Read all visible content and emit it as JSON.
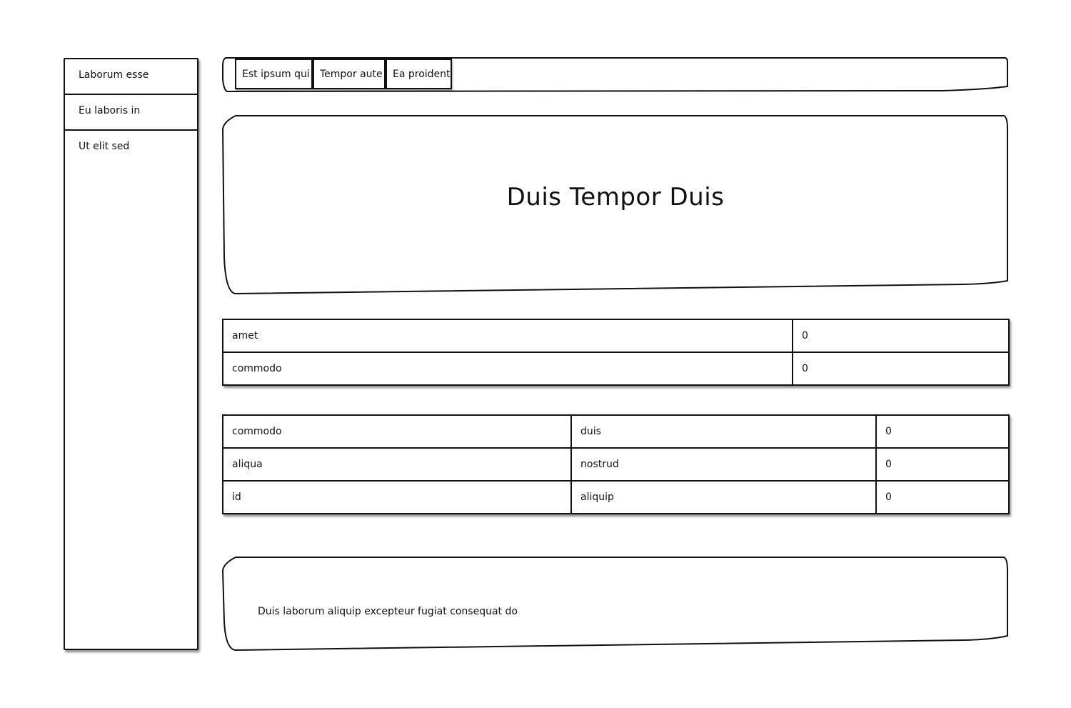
{
  "sidebar": {
    "items": [
      {
        "label": "Laborum esse"
      },
      {
        "label": "Eu laboris in"
      },
      {
        "label": "Ut elit sed"
      }
    ]
  },
  "tabs": [
    {
      "label": "Est ipsum qui"
    },
    {
      "label": "Tempor aute"
    },
    {
      "label": "Ea proident"
    }
  ],
  "hero": {
    "title": "Duis Tempor Duis"
  },
  "table1": {
    "rows": [
      [
        "amet",
        "0"
      ],
      [
        "commodo",
        "0"
      ]
    ]
  },
  "table2": {
    "rows": [
      [
        "commodo",
        "duis",
        "0"
      ],
      [
        "aliqua",
        "nostrud",
        "0"
      ],
      [
        "id",
        "aliquip",
        "0"
      ]
    ]
  },
  "footer": {
    "text": "Duis laborum aliquip excepteur fugiat consequat do"
  },
  "colors": {
    "stroke": "#111111",
    "background": "#ffffff"
  }
}
